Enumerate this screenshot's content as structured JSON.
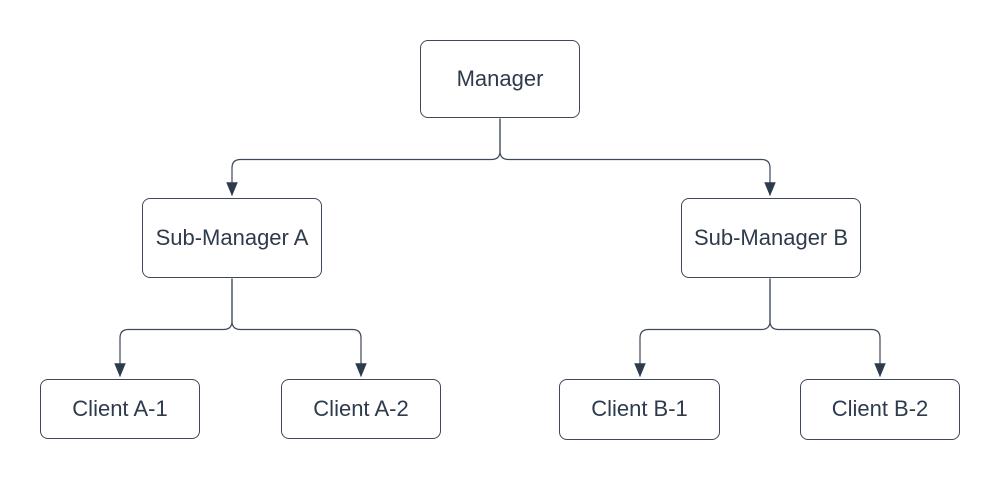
{
  "diagram": {
    "type": "org-chart",
    "background_color": "#ffffff",
    "node_fill_color": "#ffffff",
    "node_border_color": "#3d4859",
    "text_color": "#2e3b4c",
    "connector_color": "#3d4859",
    "arrowhead_color": "#2e3b4c",
    "nodes": [
      {
        "id": "manager",
        "label": "Manager",
        "level": 1,
        "parent": null
      },
      {
        "id": "sub-manager-a",
        "label": "Sub-Manager A",
        "level": 2,
        "parent": "Manager"
      },
      {
        "id": "sub-manager-b",
        "label": "Sub-Manager B",
        "level": 2,
        "parent": "Manager"
      },
      {
        "id": "client-a-1",
        "label": "Client A-1",
        "level": 3,
        "parent": "Sub-Manager A"
      },
      {
        "id": "client-a-2",
        "label": "Client A-2",
        "level": 3,
        "parent": "Sub-Manager A"
      },
      {
        "id": "client-b-1",
        "label": "Client B-1",
        "level": 3,
        "parent": "Sub-Manager B"
      },
      {
        "id": "client-b-2",
        "label": "Client B-2",
        "level": 3,
        "parent": "Sub-Manager B"
      }
    ],
    "edges": [
      {
        "from": "Manager",
        "to": "Sub-Manager A"
      },
      {
        "from": "Manager",
        "to": "Sub-Manager B"
      },
      {
        "from": "Sub-Manager A",
        "to": "Client A-1"
      },
      {
        "from": "Sub-Manager A",
        "to": "Client A-2"
      },
      {
        "from": "Sub-Manager B",
        "to": "Client B-1"
      },
      {
        "from": "Sub-Manager B",
        "to": "Client B-2"
      }
    ]
  }
}
